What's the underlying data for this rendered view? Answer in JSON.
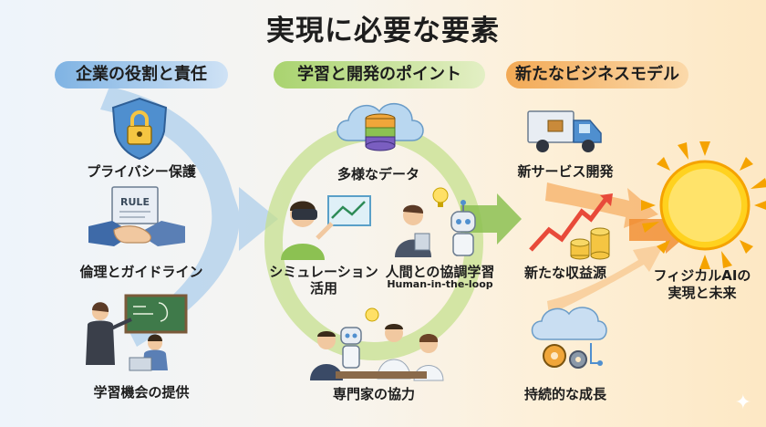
{
  "title": "実現に必要な要素",
  "columns": {
    "left": {
      "heading": "企業の役割と責任",
      "items": [
        "プライバシー保護",
        "倫理とガイドライン",
        "学習機会の提供"
      ],
      "rule_text": "RULE"
    },
    "middle": {
      "heading": "学習と開発のポイント",
      "items": [
        "多様なデータ",
        "シミュレーション",
        "活用",
        "人間との協調学習",
        "Human-in-the-loop",
        "専門家の協力"
      ]
    },
    "right": {
      "heading": "新たなビジネスモデル",
      "items": [
        "新サービス開発",
        "新たな収益源",
        "持続的な成長"
      ]
    }
  },
  "goal": {
    "line1": "フィジカルAIの",
    "line2": "実現と未来"
  },
  "colors": {
    "blue": "#4f8fcf",
    "green": "#8cc152",
    "orange": "#f08a2a",
    "sun": "#f5b400"
  }
}
